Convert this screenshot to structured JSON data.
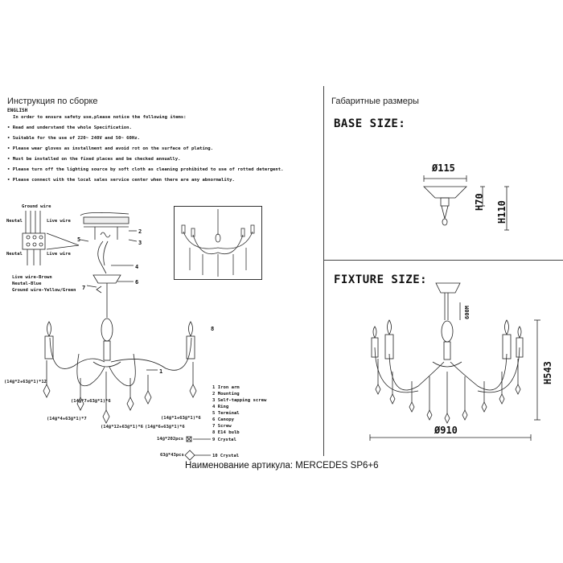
{
  "left_heading": "Инструкция по сборке",
  "language_label": "ENGLISH",
  "instructions": [
    "In order to ensure safety use,please notice the following items:",
    "• Read and understand the whole Specification.",
    "• Suitable for the use of 220~ 240V and 50~ 60Hz.",
    "• Please wear gloves as installment and avoid rot on the surface of plating.",
    "• Must be installed on the fixed places and be checked annually.",
    "• Please turn off the lighting source by soft cloth as cleaning prohibited to use of rotted detergent.",
    "• Please connect with the local sales service center when there are any abnormality."
  ],
  "wiring": {
    "ground_wire": "Ground wire",
    "neutral": "Neutal",
    "live_wire": "Live wire",
    "neutral_2": "Neutal",
    "live_wire_2": "Live wire",
    "color_live": "Live wire-Brown",
    "color_neutral": "Neutal-Blue",
    "color_ground": "Ground wire-Yellow/Green"
  },
  "callouts": [
    "1",
    "2",
    "3",
    "4",
    "5",
    "6",
    "7",
    "8"
  ],
  "crystal_strings": [
    "(14@*2+63@*1)*12",
    "(14@*7+63@*1)*6",
    "(14@*4+63@*1)*7",
    "(14@*12+63@*1)*6",
    "(14@*6+63@*1)*6",
    "(14@*1+63@*1)*6"
  ],
  "legend": [
    "1 Iron arm",
    "2 Mounting",
    "3 Self-tapping screw",
    "4 Ring",
    "5 Terminal",
    "6 Canopy",
    "7 Screw",
    "8 E14 bulb"
  ],
  "crystal_9_code": "14@*202pcs",
  "crystal_9_label": "9 Crystal",
  "crystal_10_code": "63@*43pcs",
  "crystal_10_label": "10 Crystal",
  "article_name": "Наименование артикула: MERCEDES SP6+6",
  "right_heading": "Габаритные размеры",
  "base_size_label": "BASE SIZE:",
  "base_diameter": "Ø115",
  "base_h70": "H70",
  "base_h110": "H110",
  "fixture_size_label": "FIXTURE SIZE:",
  "fixture_chain": "600M",
  "fixture_height": "H543",
  "fixture_diameter": "Ø910"
}
